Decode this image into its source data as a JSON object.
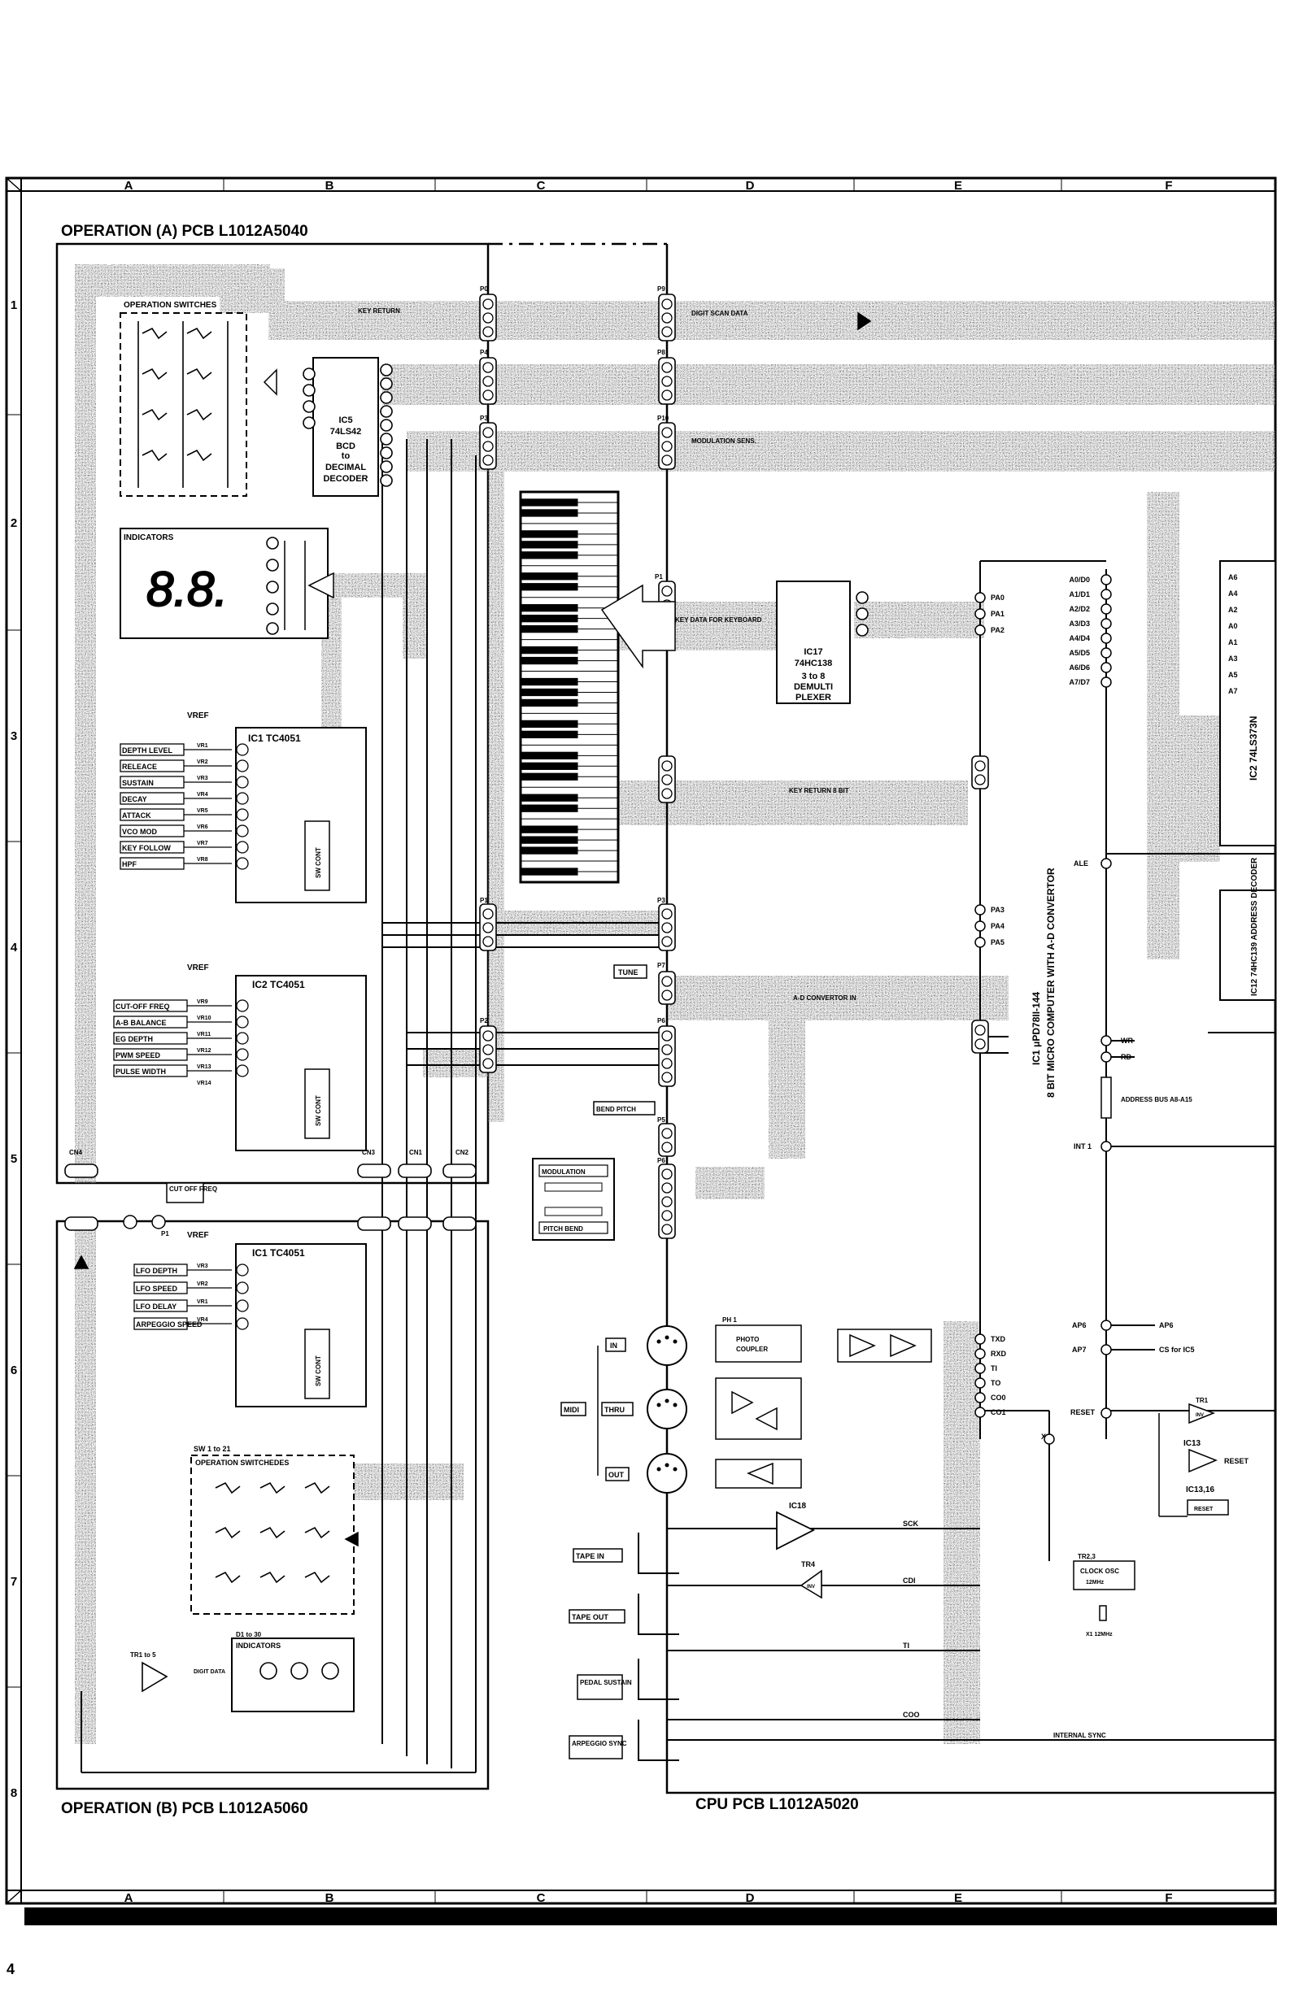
{
  "grid": {
    "columns": [
      "A",
      "B",
      "C",
      "D",
      "E",
      "F"
    ],
    "rows": [
      "1",
      "2",
      "3",
      "4",
      "5",
      "6",
      "7",
      "8"
    ]
  },
  "boards": {
    "op_a": "OPERATION (A) PCB L1012A5040",
    "op_b": "OPERATION (B) PCB L1012A5060",
    "cpu": "CPU PCB L1012A5020"
  },
  "blocks": {
    "op_switches_a": "OPERATION SWITCHES",
    "indicators_a": "INDICATORS",
    "display_digits": "8.8.",
    "ic5": [
      "IC5",
      "74LS42",
      "BCD",
      "to",
      "DECIMAL",
      "DECODER"
    ],
    "ic1_a": "IC1 TC4051",
    "ic2": "IC2 TC4051",
    "ic1_b": "IC1 TC4051",
    "ic17": [
      "IC17",
      "74HC138",
      "3 to 8",
      "DEMULTI",
      "PLEXER"
    ],
    "sw1_21": "SW 1 to 21",
    "op_switches_b": "OPERATION SWITCHEDES",
    "d1_30": "D1 to 30",
    "indicators_b": "INDICATORS",
    "tr1_5": "TR1 to 5",
    "digit_data": "DIGIT DATA",
    "sw_cont": "SW CONT",
    "ph1": [
      "PH 1",
      "PHOTO",
      "COUPLER"
    ],
    "ic18": "IC18",
    "tr4": "TR4",
    "inv": "INV",
    "clock_osc": [
      "TR2,3",
      "CLOCK OSC",
      "12MHz"
    ],
    "x1_label": "X1 12MHz",
    "ic13": "IC13",
    "ic13_16": "IC13,16",
    "reset_box": "RESET",
    "tr1": "TR1",
    "ic1_cpu": [
      "IC1 μPD78II-144",
      "8 BIT MICRO COMPUTER WITH A-D CONVERTOR"
    ],
    "ic2_cpu": "IC2 74LS373N",
    "ic12": "IC12 74HC139 ADDRESS DECODER"
  },
  "controls_ic1_a": [
    "DEPTH LEVEL",
    "RELEACE",
    "SUSTAIN",
    "DECAY",
    "ATTACK",
    "VCO MOD",
    "KEY FOLLOW",
    "HPF"
  ],
  "vr_ic1_a": [
    "VR1",
    "VR2",
    "VR3",
    "VR4",
    "VR5",
    "VR6",
    "VR7",
    "VR8"
  ],
  "controls_ic2": [
    "CUT-OFF FREQ",
    "A-B BALANCE",
    "EG DEPTH",
    "PWM SPEED",
    "PULSE WIDTH"
  ],
  "vr_ic2": [
    "VR9",
    "VR10",
    "VR11",
    "VR12",
    "VR13",
    "VR14"
  ],
  "controls_ic1_b": [
    "LFO DEPTH",
    "LFO SPEED",
    "LFO DELAY",
    "ARPEGGIO SPEED"
  ],
  "vr_ic1_b": [
    "VR3",
    "VR2",
    "VR1",
    "VR4"
  ],
  "cutoff_knob": "CUT OFF FREQ",
  "wheels": {
    "tune": "TUNE",
    "bend_pitch": "BEND PITCH",
    "modulation": "MODULATION",
    "pitch_bend": "PITCH BEND"
  },
  "vref": "VREF",
  "midi": {
    "label": "MIDI",
    "in": "IN",
    "thru": "THRU",
    "out": "OUT"
  },
  "jacks": [
    "TAPE IN",
    "TAPE OUT",
    "PEDAL SUSTAIN",
    "ARPEGGIO SYNC"
  ],
  "cpu_pins_left": [
    "PA0",
    "PA1",
    "PA2",
    "PA3",
    "PA4",
    "PA5"
  ],
  "cpu_pins_serial": [
    "TXD",
    "RXD",
    "TI",
    "TO",
    "CO0",
    "CO1"
  ],
  "addr_pins": [
    "A0/D0",
    "A1/D1",
    "A2/D2",
    "A3/D3",
    "A4/D4",
    "A5/D5",
    "A6/D6",
    "A7/D7"
  ],
  "latch_pins": [
    "A6",
    "A4",
    "A2",
    "A0",
    "A1",
    "A3",
    "A5",
    "A7"
  ],
  "cpu_misc": {
    "ale": "ALE",
    "wr": "WR",
    "rd": "RD",
    "address_bus": "ADDRESS BUS A8-A15",
    "int1": "INT 1",
    "ap6": "AP6",
    "ap7": "AP7",
    "ap6_out": "AP6",
    "cs_ic5": "CS for IC5",
    "reset": "RESET",
    "sck": "SCK",
    "cdi": "CDI",
    "ti": "TI",
    "coo": "COO",
    "internal_sync": "INTERNAL SYNC",
    "x1": "X1",
    "a_d": "A-D CONVERTOR IN",
    "key_data": "KEY DATA FOR KEYBOARD",
    "key_return": "KEY RETURN",
    "digit_scan": "DIGIT SCAN DATA",
    "key_return_b": "KEY RETURN 8 BIT",
    "mod_sens": "MODULATION SENS."
  },
  "connectors": {
    "p0": "P0",
    "p3": "P3",
    "p4": "P4",
    "p5": "P5",
    "p6": "P6",
    "p7": "P7",
    "p8": "P8",
    "p9": "P9",
    "p10": "P10",
    "cn1": "CN1",
    "cn2": "CN2",
    "cn3": "CN3",
    "cn4": "CN4",
    "p1": "P1",
    "p2": "P2"
  },
  "page_number": "4"
}
